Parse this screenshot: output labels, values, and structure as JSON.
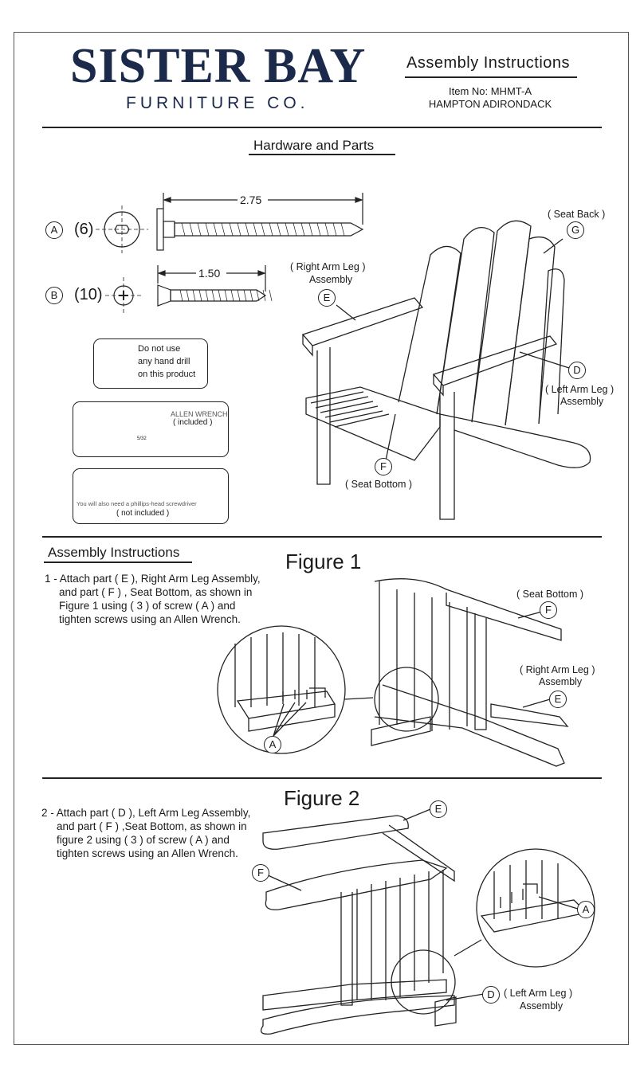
{
  "header": {
    "brand_name": "SISTER BAY",
    "brand_sub": "FURNITURE CO.",
    "doc_title": "Assembly Instructions",
    "item_no": "Item No:  MHMT-A",
    "model": "HAMPTON ADIRONDACK"
  },
  "hardware": {
    "title": "Hardware and Parts",
    "screw_a": {
      "letter": "A",
      "qty": "(6)",
      "length": "2.75"
    },
    "screw_b": {
      "letter": "B",
      "qty": "(10)",
      "length": "1.50"
    },
    "drill_note": [
      "Do not use",
      "any hand drill",
      "on this product"
    ],
    "allen_wrench": {
      "label": "ALLEN WRENCH",
      "note": "( included )",
      "size": "5/32"
    },
    "screwdriver": {
      "note": "You will also need a phillips-head screwdriver",
      "status": "( not included )"
    }
  },
  "parts": {
    "seat_back": {
      "letter": "G",
      "label": "( Seat Back )"
    },
    "right_arm": {
      "letter": "E",
      "label": "( Right Arm Leg )",
      "sub": "Assembly"
    },
    "left_arm": {
      "letter": "D",
      "label": "( Left Arm Leg )",
      "sub": "Assembly"
    },
    "seat_bottom": {
      "letter": "F",
      "label": "( Seat Bottom )"
    }
  },
  "instructions": {
    "title": "Assembly Instructions",
    "figure1": {
      "title": "Figure 1",
      "step": [
        "1 - Attach part ( E ), Right Arm Leg Assembly,",
        "and part ( F ) , Seat Bottom, as shown in",
        "Figure 1 using ( 3 ) of screw ( A ) and",
        "tighten screws using an Allen Wrench."
      ],
      "seat_bottom_label": "( Seat Bottom )",
      "seat_bottom_letter": "F",
      "arm_label": "( Right Arm Leg )",
      "arm_sub": "Assembly",
      "arm_letter": "E",
      "screw_letter": "A"
    },
    "figure2": {
      "title": "Figure 2",
      "step": [
        "2 - Attach part ( D ), Left Arm Leg Assembly,",
        "and part ( F ) ,Seat Bottom, as shown in",
        "figure 2 using ( 3 ) of screw ( A ) and",
        "tighten screws using an Allen Wrench."
      ],
      "arm_letter_top": "E",
      "seat_letter": "F",
      "screw_letter": "A",
      "arm_label": "( Left Arm Leg )",
      "arm_sub": "Assembly",
      "arm_letter": "D"
    }
  }
}
